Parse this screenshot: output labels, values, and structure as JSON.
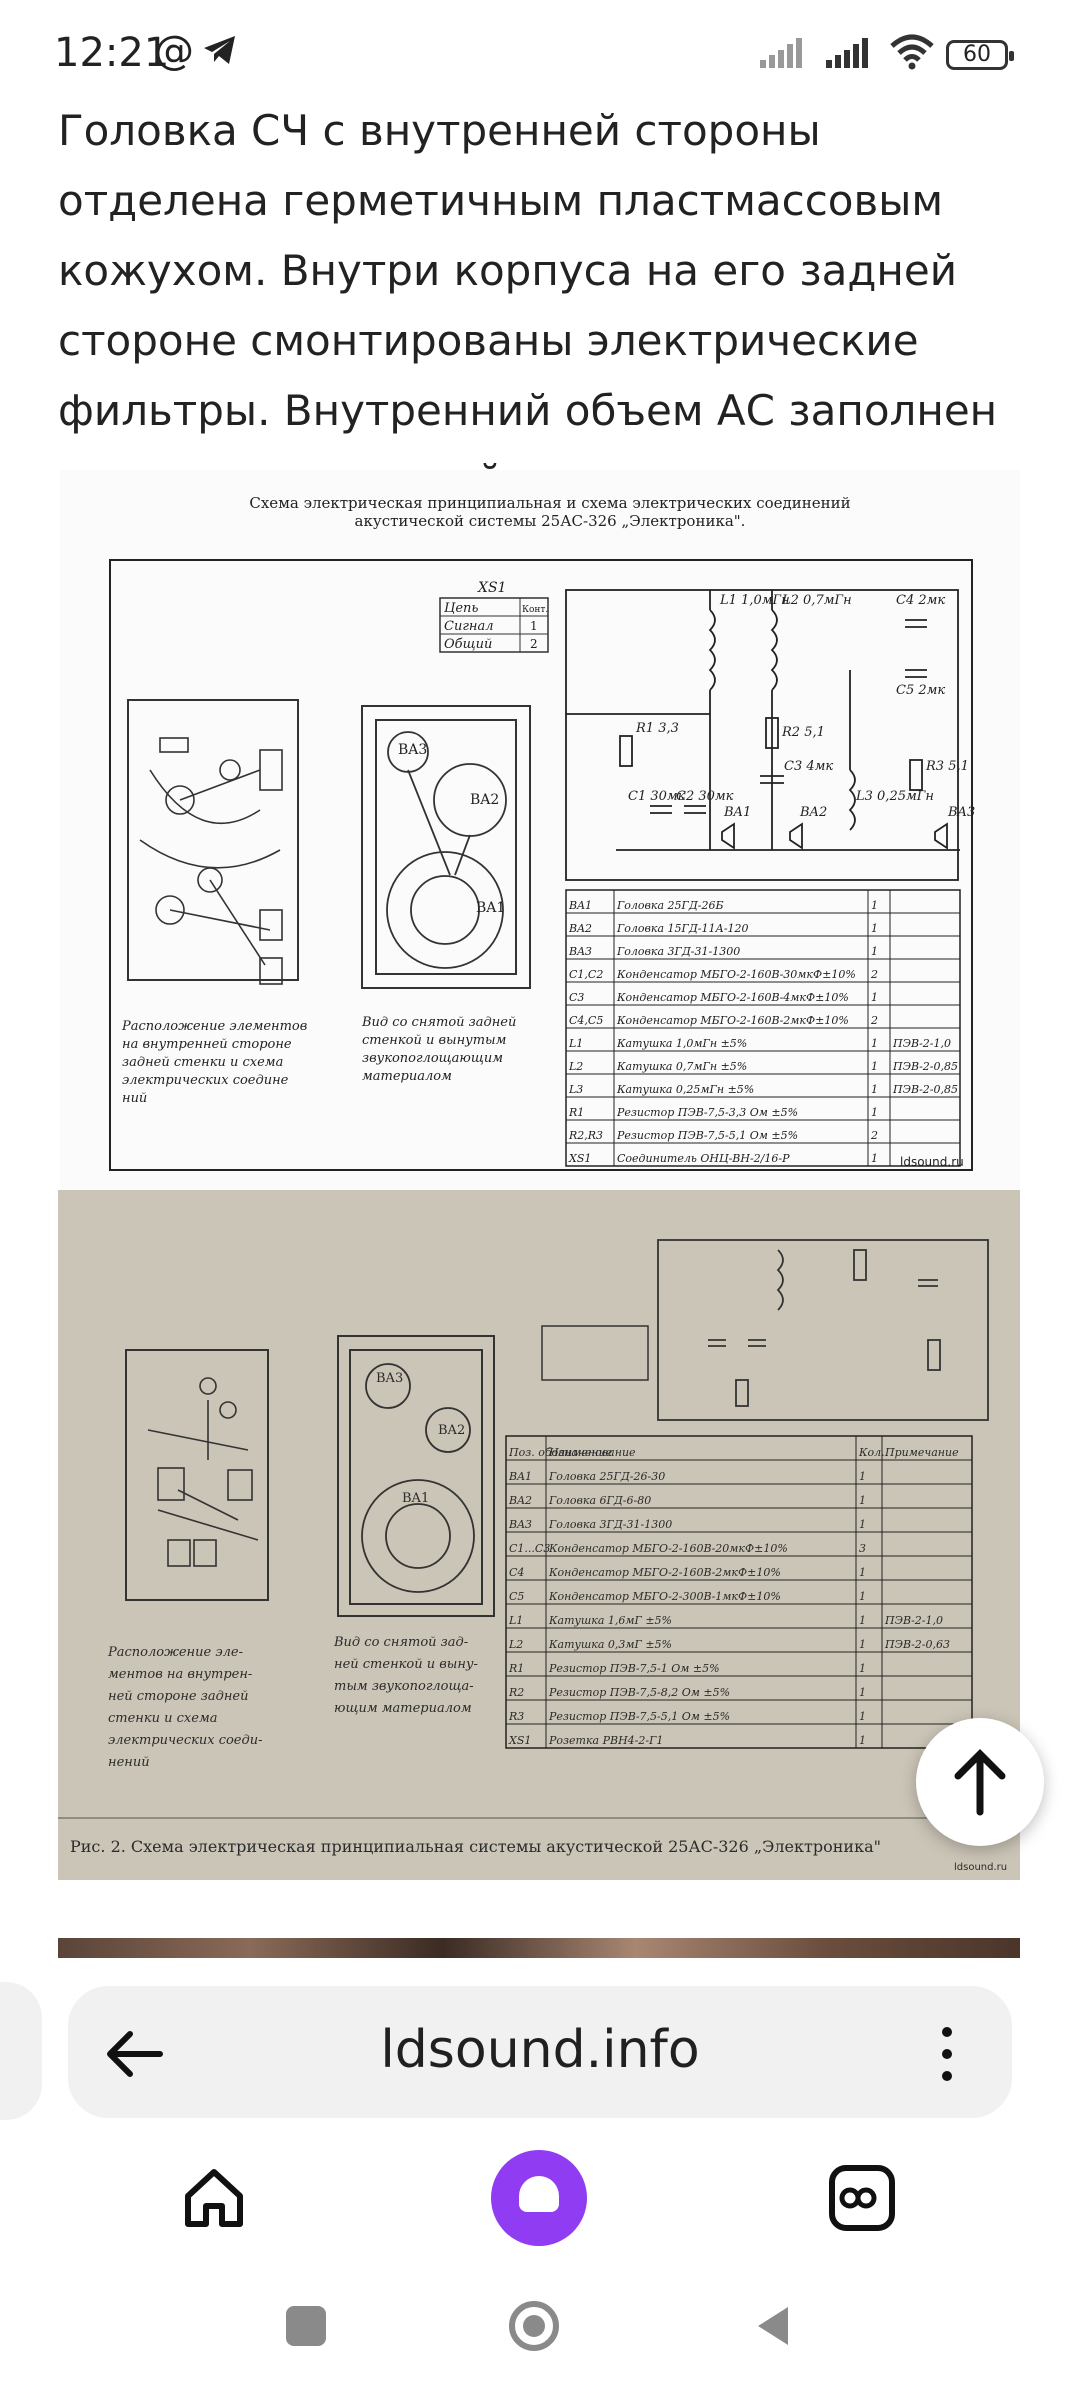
{
  "status_bar": {
    "time": "12:21",
    "at_symbol": "@",
    "battery": "60"
  },
  "article": {
    "paragraph": "Головка СЧ с внутренней стороны отделена герметичным пластмассовым кожухом. Внутри корпуса на его задней стороне смонтированы электрические фильтры. Внутренний объем АС заполнен звукопоглощающий материалом."
  },
  "figure1": {
    "title_line1": "Схема электрическая принципиальная и схема электрических соединений",
    "title_line2": "акустической системы 25АС-326 „Электроника\".",
    "caption_left": "Расположение элементов на внутренней стороне задней стенки и схема электрических соединений",
    "caption_mid": "Вид со снятой задней стенкой и вынутым звукопоглощающим материалом",
    "connector_label": "XS1",
    "connector_rows": [
      "Цепь",
      "Сигнал",
      "Общий"
    ],
    "connector_contacts": [
      "Конт.",
      "1",
      "2"
    ],
    "components": [
      {
        "ref": "BA1",
        "name": "Головка 25ГД-26Б",
        "qty": "1",
        "note": ""
      },
      {
        "ref": "BA2",
        "name": "Головка 15ГД-11А-120",
        "qty": "1",
        "note": ""
      },
      {
        "ref": "BA3",
        "name": "Головка 3ГД-31-1300",
        "qty": "1",
        "note": ""
      },
      {
        "ref": "C1,C2",
        "name": "Конденсатор МБГО-2-160В-30мкФ±10%",
        "qty": "2",
        "note": ""
      },
      {
        "ref": "C3",
        "name": "Конденсатор МБГО-2-160В-4мкФ±10%",
        "qty": "1",
        "note": ""
      },
      {
        "ref": "C4,C5",
        "name": "Конденсатор МБГО-2-160В-2мкФ±10%",
        "qty": "2",
        "note": ""
      },
      {
        "ref": "L1",
        "name": "Катушка 1,0мГн ±5%",
        "qty": "1",
        "note": "ПЭВ-2-1,0"
      },
      {
        "ref": "L2",
        "name": "Катушка 0,7мГн ±5%",
        "qty": "1",
        "note": "ПЭВ-2-0,85"
      },
      {
        "ref": "L3",
        "name": "Катушка 0,25мГн ±5%",
        "qty": "1",
        "note": "ПЭВ-2-0,85"
      },
      {
        "ref": "R1",
        "name": "Резистор ПЭВ-7,5-3,3 Ом ±5%",
        "qty": "1",
        "note": ""
      },
      {
        "ref": "R2,R3",
        "name": "Резистор ПЭВ-7,5-5,1 Ом ±5%",
        "qty": "2",
        "note": ""
      },
      {
        "ref": "XS1",
        "name": "Соединитель ОНЦ-ВН-2/16-Р",
        "qty": "1",
        "note": ""
      }
    ],
    "schematic_labels": {
      "l1": "L1 1,0мГн",
      "l2": "L2 0,7мГн",
      "c4": "C4 2мк",
      "c5": "C5 2мк",
      "r1": "R1 3,3",
      "r2": "R2 5,1",
      "r3": "R3 5,1",
      "c3": "C3 4мк",
      "c1": "C1 30мк",
      "c2": "C2 30мк",
      "l3": "L3 0,25мГн",
      "ba1": "BA1",
      "ba2": "BA2",
      "ba3": "BA3"
    },
    "watermark": "ldsound.ru"
  },
  "figure2": {
    "caption_left": "Расположение элементов на внутренней задней стенки и схема электрических соединений",
    "caption_mid": "Вид со снятой задней стенкой и вынутым звукопоглощающим материалом",
    "table_header": [
      "Поз. обозначение",
      "Наименование",
      "Кол.",
      "Примечание"
    ],
    "components": [
      {
        "ref": "BA1",
        "name": "Головка 25ГД-26-30",
        "qty": "1",
        "note": ""
      },
      {
        "ref": "BA2",
        "name": "Головка 6ГД-6-80",
        "qty": "1",
        "note": ""
      },
      {
        "ref": "BA3",
        "name": "Головка 3ГД-31-1300",
        "qty": "1",
        "note": ""
      },
      {
        "ref": "C1...C3",
        "name": "Конденсатор МБГО-2-160В-20мкФ±10%",
        "qty": "3",
        "note": ""
      },
      {
        "ref": "C4",
        "name": "Конденсатор МБГО-2-160В-2мкФ±10%",
        "qty": "1",
        "note": ""
      },
      {
        "ref": "C5",
        "name": "Конденсатор МБГО-2-300В-1мкФ±10%",
        "qty": "1",
        "note": ""
      },
      {
        "ref": "L1",
        "name": "Катушка 1,6мГ ±5%",
        "qty": "1",
        "note": "ПЭВ-2-1,0"
      },
      {
        "ref": "L2",
        "name": "Катушка 0,3мГ ±5%",
        "qty": "1",
        "note": "ПЭВ-2-0,63"
      },
      {
        "ref": "R1",
        "name": "Резистор ПЭВ-7,5-1 Ом ±5%",
        "qty": "1",
        "note": ""
      },
      {
        "ref": "R2",
        "name": "Резистор ПЭВ-7,5-8,2 Ом ±5%",
        "qty": "1",
        "note": ""
      },
      {
        "ref": "R3",
        "name": "Резистор ПЭВ-7,5-5,1 Ом ±5%",
        "qty": "1",
        "note": ""
      },
      {
        "ref": "XS1",
        "name": "Розетка РВН4-2-Г1",
        "qty": "1",
        "note": ""
      }
    ],
    "bottom_caption": "Рис. 2. Схема электрическая принципиальная системы акустической 25АС-326 „Электроника\"",
    "watermark": "ldsound.ru"
  },
  "browser": {
    "url": "ldsound.info"
  }
}
